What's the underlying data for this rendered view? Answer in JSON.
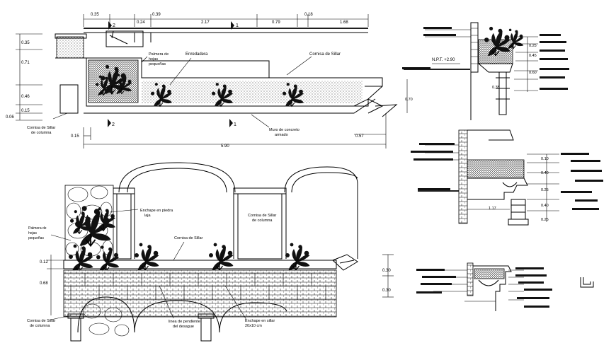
{
  "plan": {
    "top_dims": [
      "0.35",
      "0.39",
      "0.24",
      "2.17",
      "0.79",
      "0.18",
      "1.68"
    ],
    "left_dims": [
      "0.35",
      "0.71",
      "0.46",
      "0.15",
      "0.06"
    ],
    "bottom_dims": [
      "0.15",
      "0.57"
    ],
    "total": "5.90",
    "labels": {
      "palm": [
        "Palmera de",
        "hojas",
        "pequeñas"
      ],
      "enredadera": "Enredadera",
      "cornisa_sillar": "Cornisa de Sillar",
      "cornisa_columna": [
        "Cornisa de Sillar",
        "de columna"
      ],
      "muro": [
        "Muro de concreto",
        "armado"
      ]
    },
    "markers": [
      "1",
      "2",
      "1",
      "2"
    ]
  },
  "elevation": {
    "labels": {
      "enchape_piedra": [
        "Enchape en piedra",
        "laja"
      ],
      "cornisa_sillar_columna": [
        "Cornisa de Sillar",
        "de columna"
      ],
      "cornisa_sillar": "Cornisa de Sillar",
      "palm": [
        "Palmera de",
        "hojas",
        "pequeñas"
      ],
      "cornisa_left": [
        "Cornisa de Sillar",
        "de columna"
      ],
      "linea_pendiente": [
        "linea de pendiente",
        "del desague"
      ],
      "enchape_sillar": [
        "Enchape en sillar",
        "20x10 cm"
      ]
    },
    "left_dims": [
      "0.12",
      "0.68"
    ],
    "right_dims": [
      "0.30",
      "0.30"
    ]
  },
  "details": {
    "detail1": {
      "npt": "N.P.T. +2.90",
      "dims": [
        "0.25",
        "0.45",
        "0.60",
        "0.35"
      ],
      "side": "0.70"
    },
    "detail2": {
      "dims": [
        "0.10",
        "0.40",
        "0.25",
        "0.40",
        "0.25"
      ],
      "side": "1.17"
    },
    "detail3": {
      "dims": []
    }
  }
}
